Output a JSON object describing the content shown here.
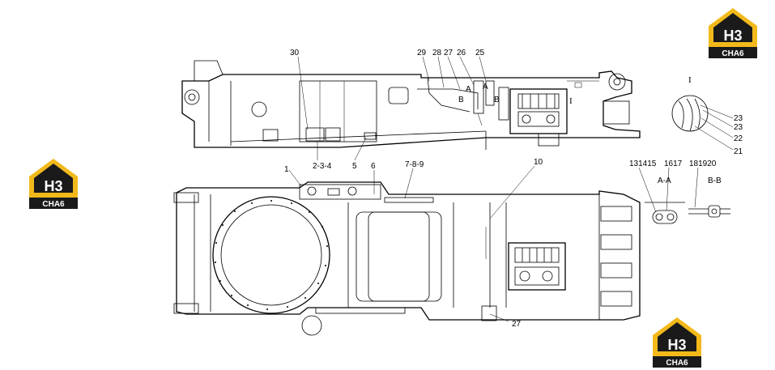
{
  "brand": {
    "logo_top": "H3",
    "logo_bottom": "CHA6",
    "colors": {
      "house": "#f2b91a",
      "badge": "#1a1a1a",
      "text": "#ffffff"
    }
  },
  "section_labels": {
    "detail": "I",
    "aa": "A-A",
    "bb": "B-B",
    "a_mark": "A",
    "b_mark": "B"
  },
  "callouts": {
    "c30": "30",
    "c29": "29",
    "c28": "28",
    "c27": "27",
    "c26": "26",
    "c25": "25",
    "c234": "2-3-4",
    "c5": "5",
    "c1": "1",
    "c6": "6",
    "c789": "7-8-9",
    "c10": "10",
    "c27b": "27",
    "c23a": "23",
    "c23b": "23",
    "c22": "22",
    "c21": "21",
    "c131415": "131415",
    "c1617": "1617",
    "c181920": "181920"
  }
}
